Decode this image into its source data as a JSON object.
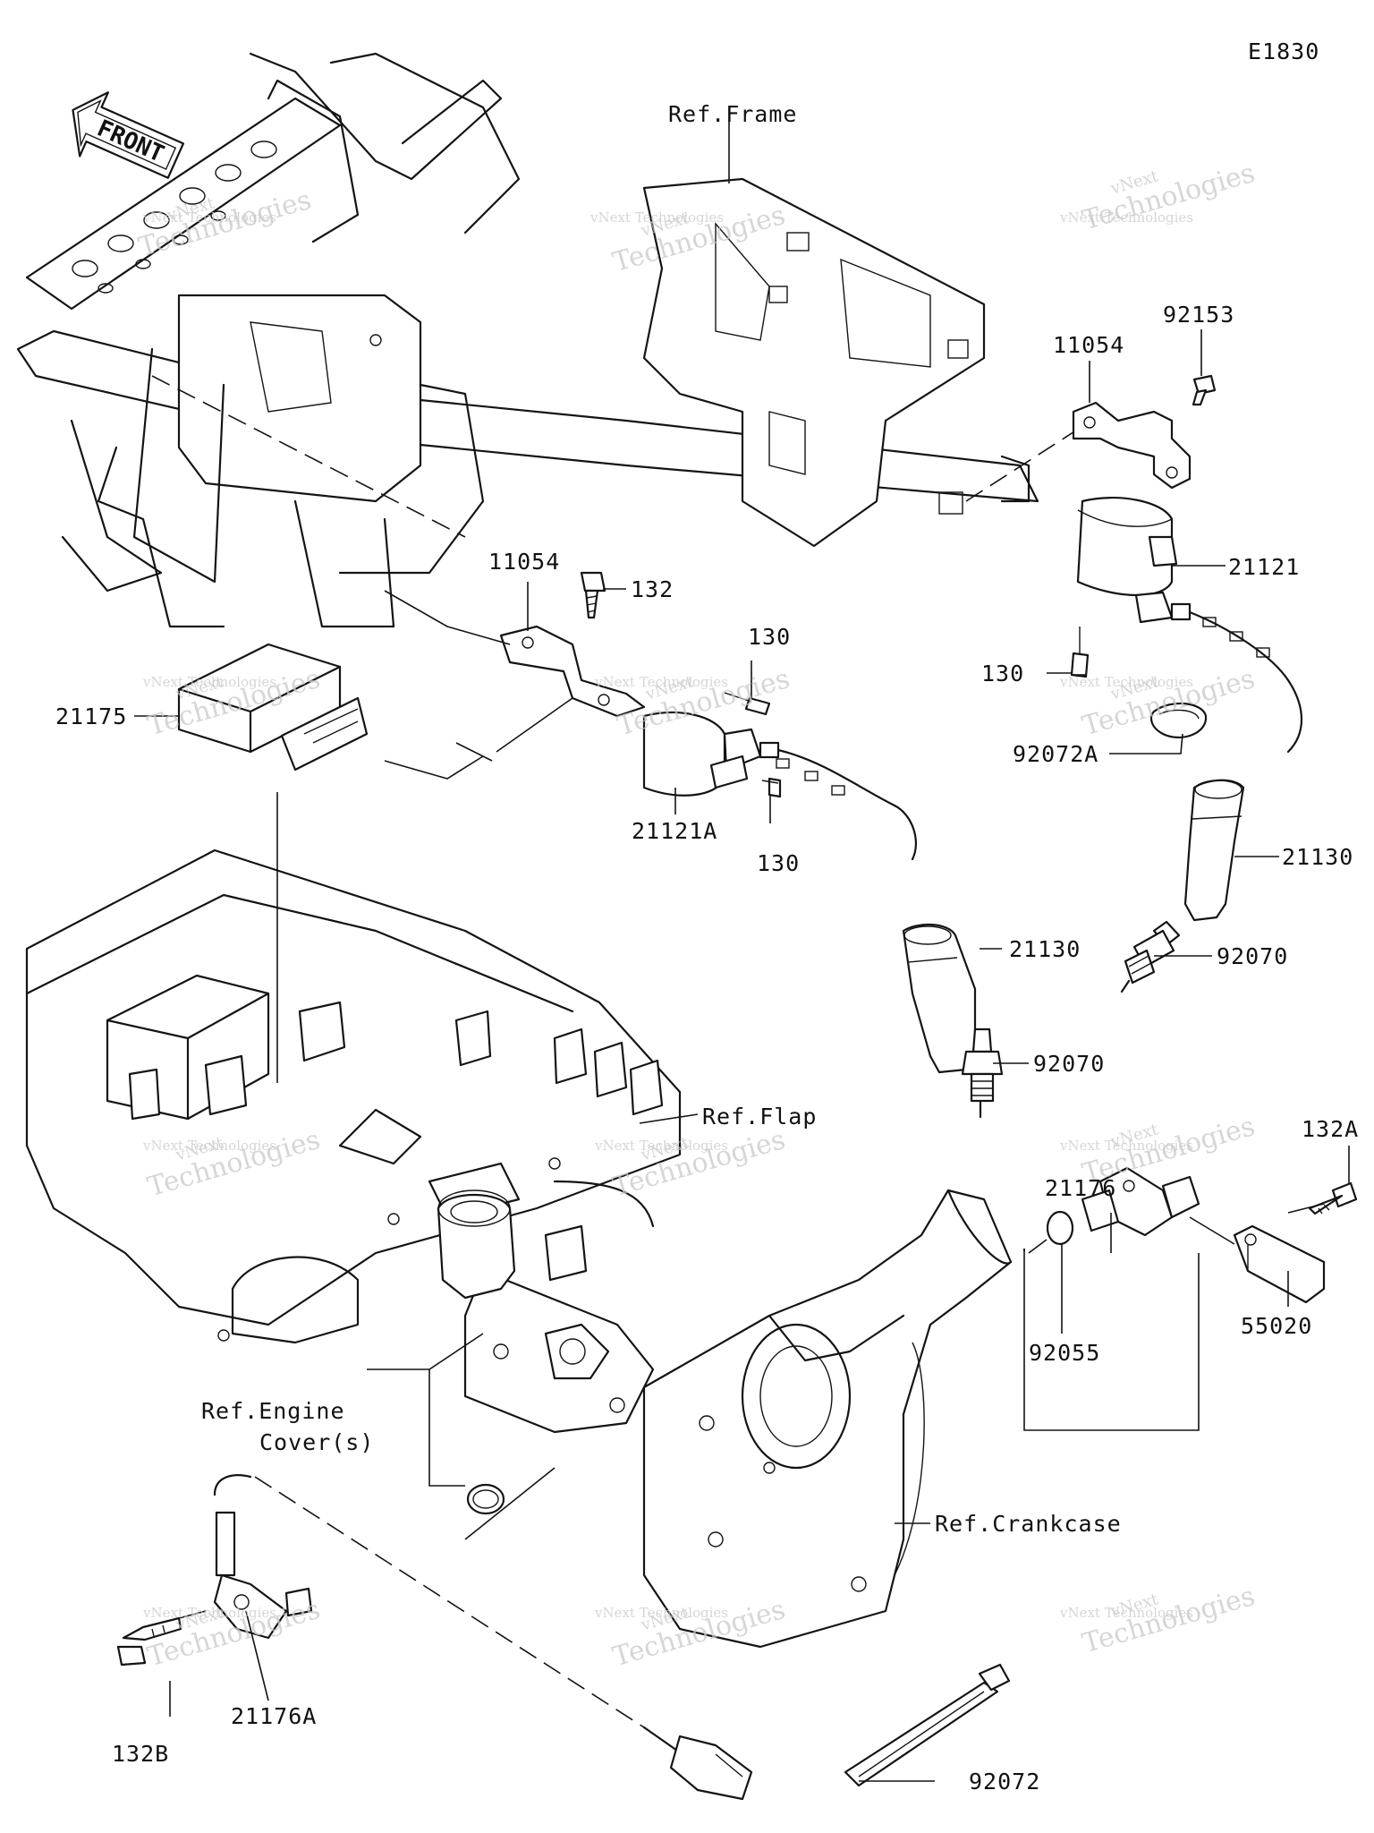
{
  "diagram_code": "E1830",
  "front_label": "FRONT",
  "watermark": {
    "line1": "vNext",
    "line2": "Technologies",
    "line3": "vNext Technologies"
  },
  "labels": {
    "ref_frame": "Ref.Frame",
    "p11054_top": "11054",
    "p92153": "92153",
    "p21121": "21121",
    "p130_right": "130",
    "p92072A": "92072A",
    "p21130_right": "21130",
    "p92070_right": "92070",
    "p11054_mid": "11054",
    "p132": "132",
    "p130_upper": "130",
    "p130_lower": "130",
    "p21175": "21175",
    "p21121A": "21121A",
    "p21130_mid": "21130",
    "p92070_mid": "92070",
    "ref_flap": "Ref.Flap",
    "p132A": "132A",
    "p21176": "21176",
    "p55020": "55020",
    "p92055": "92055",
    "ref_engine_line1": "Ref.Engine",
    "ref_engine_line2": "Cover(s)",
    "ref_crankcase": "Ref.Crankcase",
    "p21176A": "21176A",
    "p132B": "132B",
    "p92072": "92072"
  }
}
